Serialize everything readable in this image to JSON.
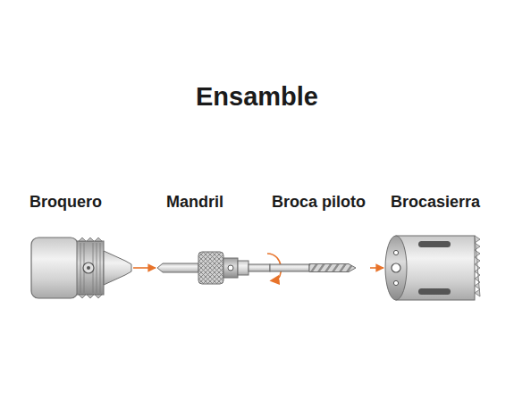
{
  "diagram": {
    "title": "Ensamble",
    "nodes": [
      {
        "text": [
          "Broquero"
        ]
      },
      {
        "text": [
          "Mandril"
        ]
      },
      {
        "text": [
          "Broca piloto"
        ]
      },
      {
        "text": [
          "Brocasierra"
        ]
      }
    ],
    "edges": [
      {
        "from": 0,
        "to": 1,
        "arrow": "to"
      },
      {
        "from": 2,
        "to": 3,
        "arrow": "to"
      }
    ]
  }
}
